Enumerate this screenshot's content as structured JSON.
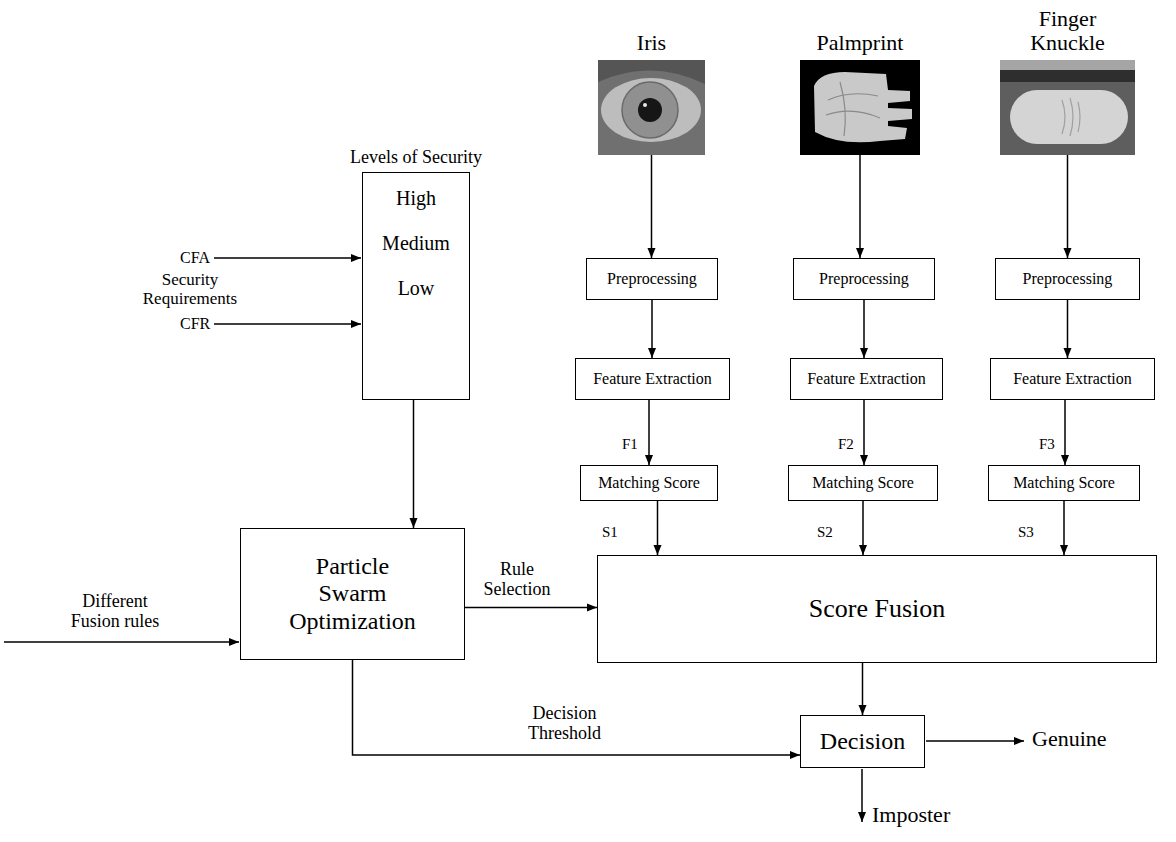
{
  "diagram": {
    "nodes": [
      {
        "text": [
          "Levels of Security",
          "High",
          "Medium",
          "Low"
        ]
      },
      {
        "text": [
          "Iris"
        ]
      },
      {
        "text": [
          "Palmprint"
        ]
      },
      {
        "text": [
          "Finger Knuckle"
        ]
      },
      {
        "text": [
          "Preprocessing"
        ]
      },
      {
        "text": [
          "Preprocessing"
        ]
      },
      {
        "text": [
          "Preprocessing"
        ]
      },
      {
        "text": [
          "Feature Extraction"
        ]
      },
      {
        "text": [
          "Feature Extraction"
        ]
      },
      {
        "text": [
          "Feature Extraction"
        ]
      },
      {
        "text": [
          "Matching Score"
        ]
      },
      {
        "text": [
          "Matching Score"
        ]
      },
      {
        "text": [
          "Matching Score"
        ]
      },
      {
        "text": [
          "Particle Swarm Optimization"
        ]
      },
      {
        "text": [
          "Score Fusion"
        ]
      },
      {
        "text": [
          "Decision"
        ]
      }
    ],
    "edges": [
      {
        "from": 0,
        "to": 13,
        "arrow": "to"
      },
      {
        "from": 1,
        "to": 4,
        "arrow": "to"
      },
      {
        "from": 2,
        "to": 5,
        "arrow": "to"
      },
      {
        "from": 3,
        "to": 6,
        "arrow": "to"
      },
      {
        "from": 4,
        "to": 7,
        "arrow": "to"
      },
      {
        "from": 5,
        "to": 8,
        "arrow": "to"
      },
      {
        "from": 6,
        "to": 9,
        "arrow": "to"
      },
      {
        "from": 7,
        "to": 10,
        "label": "F1",
        "arrow": "to"
      },
      {
        "from": 8,
        "to": 11,
        "label": "F2",
        "arrow": "to"
      },
      {
        "from": 9,
        "to": 12,
        "label": "F3",
        "arrow": "to"
      },
      {
        "from": 10,
        "to": 14,
        "label": "S1",
        "arrow": "to"
      },
      {
        "from": 11,
        "to": 14,
        "label": "S2",
        "arrow": "to"
      },
      {
        "from": 12,
        "to": 14,
        "label": "S3",
        "arrow": "to"
      },
      {
        "from": 13,
        "to": 14,
        "label": "Rule Selection",
        "arrow": "to"
      },
      {
        "from": 13,
        "to": 15,
        "label": "Decision Threshold",
        "arrow": "to"
      },
      {
        "from": 14,
        "to": 15,
        "arrow": "to"
      }
    ],
    "labels": [
      "CFA",
      "Security Requirements",
      "CFR",
      "Different Fusion rules",
      "Genuine",
      "Imposter"
    ]
  }
}
